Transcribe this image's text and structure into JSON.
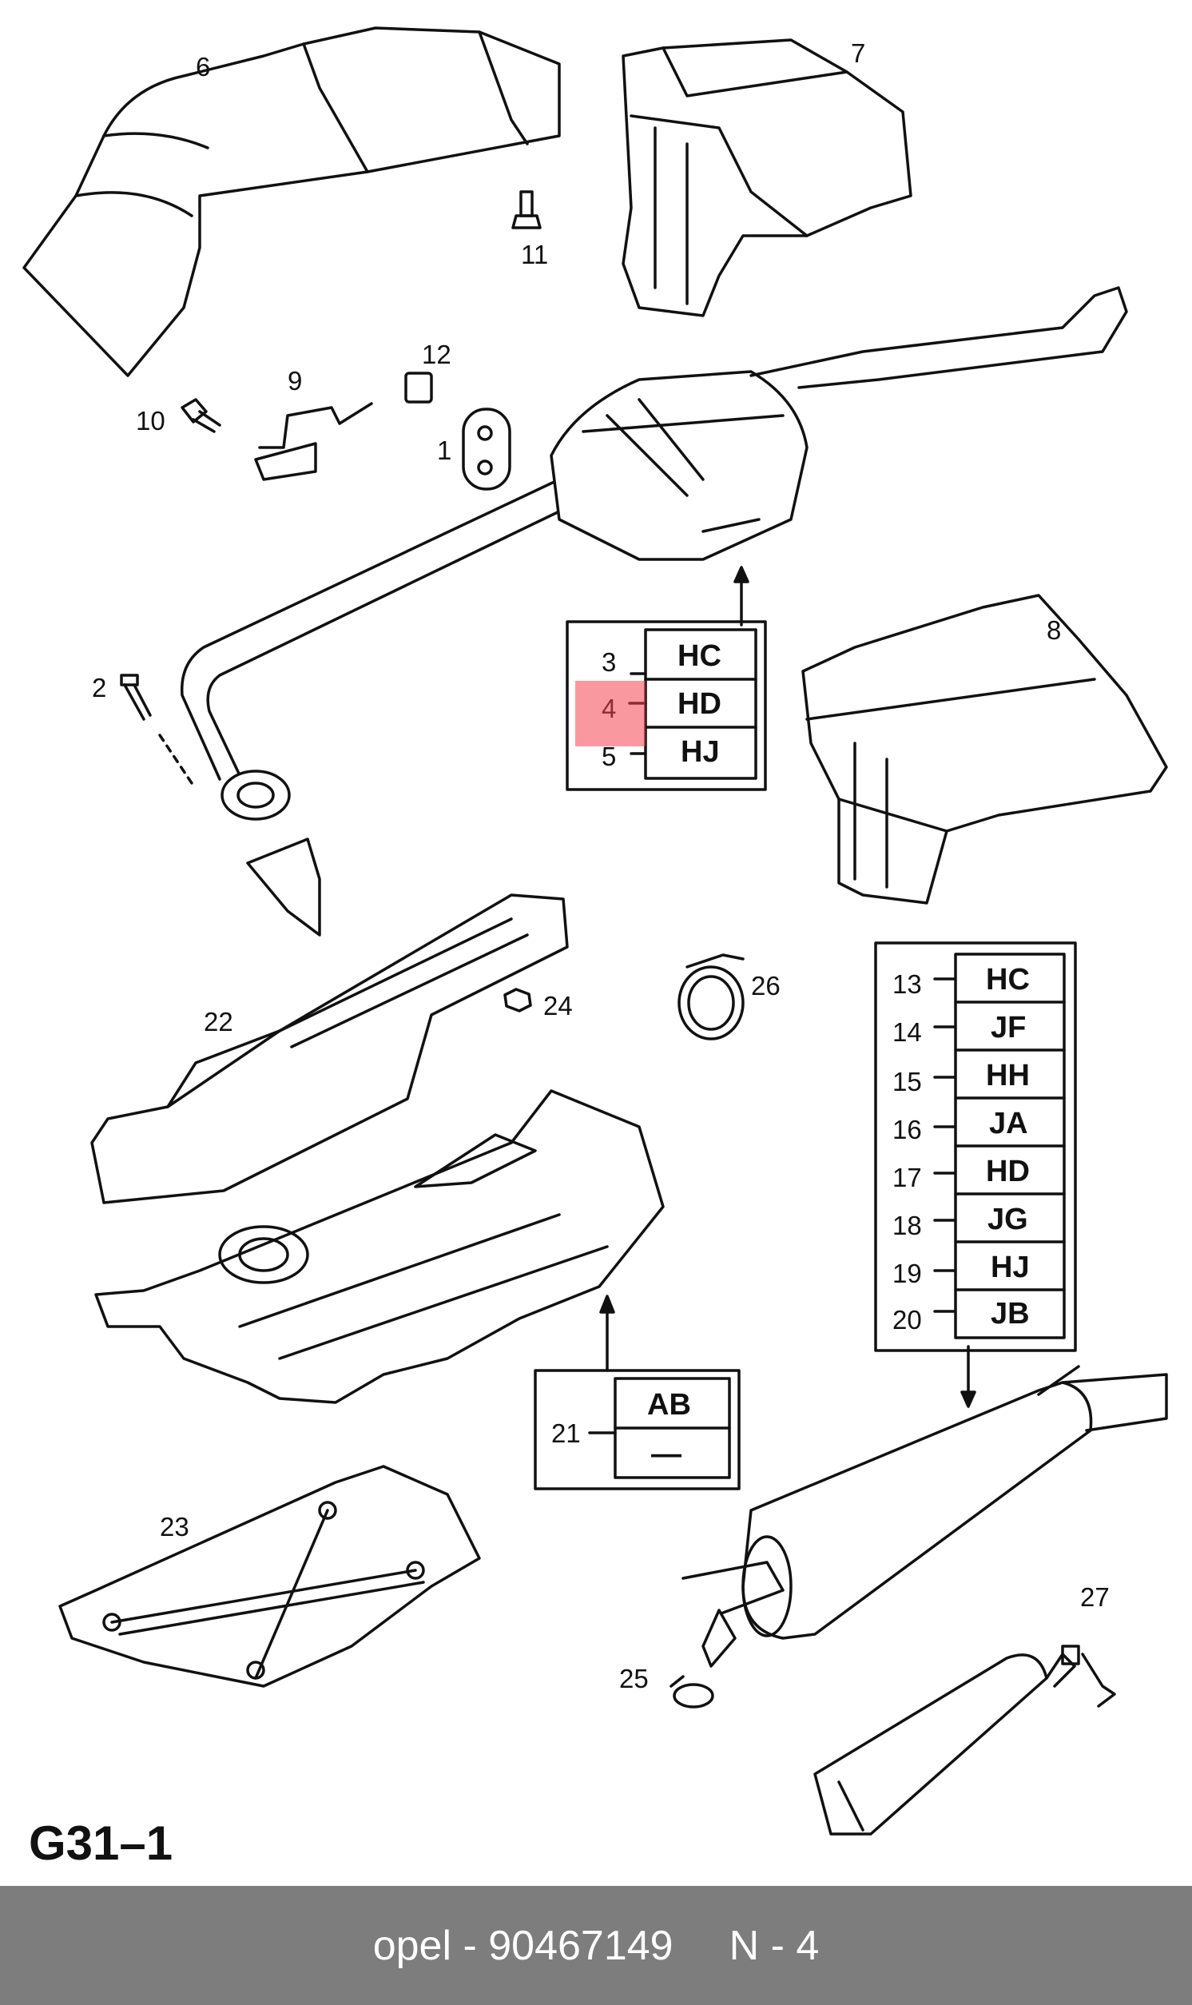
{
  "diagram": {
    "sheet_id": "G31–1",
    "callouts": [
      "6",
      "7",
      "11",
      "9",
      "12",
      "10",
      "1",
      "2",
      "8",
      "22",
      "24",
      "26",
      "23",
      "25",
      "27"
    ],
    "table_a": {
      "rows": [
        {
          "num": "3",
          "code": "HC"
        },
        {
          "num": "4",
          "code": "HD"
        },
        {
          "num": "5",
          "code": "HJ"
        }
      ]
    },
    "table_b": {
      "rows": [
        {
          "num": "13",
          "code": "HC"
        },
        {
          "num": "14",
          "code": "JF"
        },
        {
          "num": "15",
          "code": "HH"
        },
        {
          "num": "16",
          "code": "JA"
        },
        {
          "num": "17",
          "code": "HD"
        },
        {
          "num": "18",
          "code": "JG"
        },
        {
          "num": "19",
          "code": "HJ"
        },
        {
          "num": "20",
          "code": "JB"
        }
      ]
    },
    "table_c": {
      "num": "21",
      "codes": [
        "AB",
        "—"
      ]
    },
    "highlight_color": "#f44350"
  },
  "footer": {
    "part_info": "opel - 90467149",
    "position": "N - 4"
  }
}
